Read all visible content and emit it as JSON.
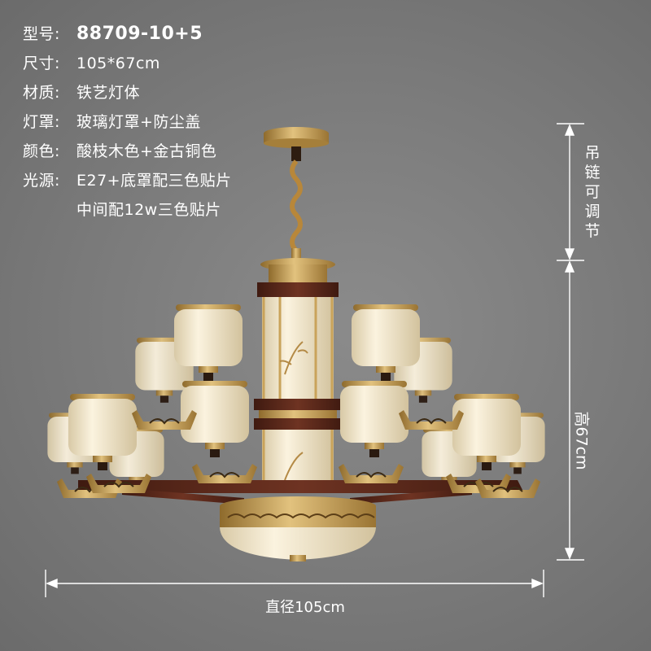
{
  "specs": [
    {
      "label": "型号:",
      "value": "88709-10+5",
      "kind": "model"
    },
    {
      "label": "尺寸:",
      "value": "105*67cm"
    },
    {
      "label": "材质:",
      "value": "铁艺灯体"
    },
    {
      "label": "灯罩:",
      "value": "玻璃灯罩+防尘盖"
    },
    {
      "label": "颜色:",
      "value": "酸枝木色+金古铜色"
    },
    {
      "label": "光源:",
      "value": "E27+底罩配三色贴片"
    },
    {
      "label": "",
      "value": "中间配12w三色贴片",
      "kind": "cont"
    }
  ],
  "dimensions": {
    "chain_label": "吊链可调节",
    "height_label": "高67cm",
    "diameter_label": "直径105cm"
  },
  "colors": {
    "gold": "#c9a35a",
    "wood": "#5e2a1c",
    "glass": "#f3e8cf",
    "background": "#7a7a7a"
  }
}
